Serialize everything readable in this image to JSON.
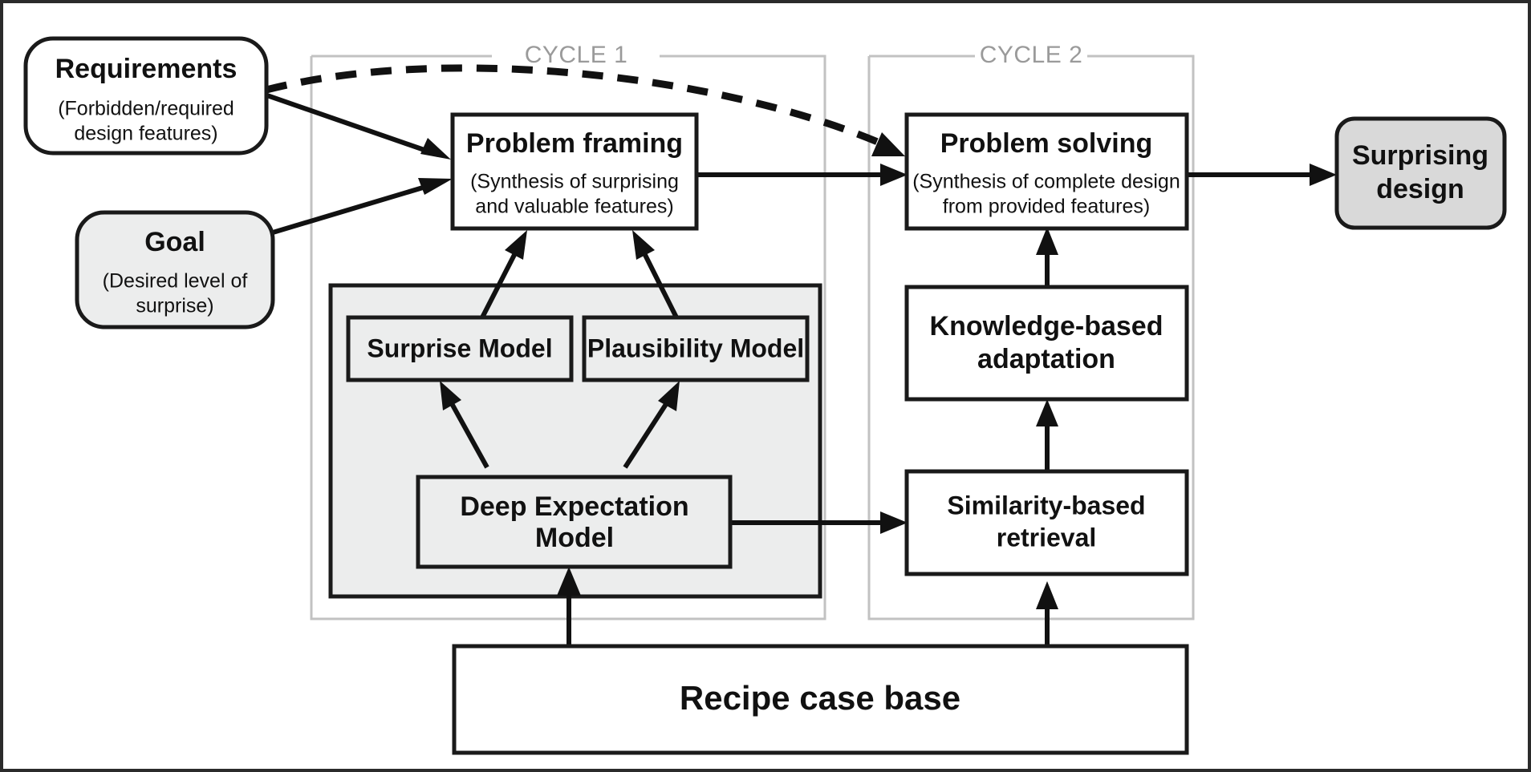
{
  "figure": {
    "type": "flow-diagram",
    "background_color": "#ffffff",
    "line_color": "#111111",
    "panel_fill": "#eceded",
    "cycle_frame_color": "#c2c2c2",
    "cycle_label_color": "#9a9a9a"
  },
  "cycles": [
    {
      "id": "cycle-1",
      "label": "CYCLE 1"
    },
    {
      "id": "cycle-2",
      "label": "CYCLE 2"
    }
  ],
  "inputs": [
    {
      "id": "requirements",
      "title": "Requirements",
      "subtitle_line1": "(Forbidden/required",
      "subtitle_line2": "design features)",
      "shape": "rounded-rect",
      "fill": "#ffffff"
    },
    {
      "id": "goal",
      "title": "Goal",
      "subtitle_line1": "(Desired level of",
      "subtitle_line2": "surprise)",
      "shape": "rounded-rect",
      "fill": "#eceded"
    }
  ],
  "nodes": [
    {
      "id": "problem-framing",
      "title": "Problem framing",
      "subtitle_line1": "(Synthesis of surprising",
      "subtitle_line2": "and valuable features)",
      "cycle": "CYCLE 1",
      "fill": "#ffffff"
    },
    {
      "id": "surprise-model",
      "title": "Surprise Model",
      "cycle": "CYCLE 1",
      "fill": "#eceded"
    },
    {
      "id": "plausibility-model",
      "title": "Plausibility Model",
      "cycle": "CYCLE 1",
      "fill": "#eceded"
    },
    {
      "id": "deep-expectation-model",
      "title_line1": "Deep Expectation",
      "title_line2": "Model",
      "cycle": "CYCLE 1",
      "fill": "#eceded"
    },
    {
      "id": "problem-solving",
      "title": "Problem solving",
      "subtitle_line1": "(Synthesis of complete design",
      "subtitle_line2": "from provided features)",
      "cycle": "CYCLE 2",
      "fill": "#ffffff"
    },
    {
      "id": "knowledge-based-adaptation",
      "title_line1": "Knowledge-based",
      "title_line2": "adaptation",
      "cycle": "CYCLE 2",
      "fill": "#ffffff"
    },
    {
      "id": "similarity-based-retrieval",
      "title_line1": "Similarity-based",
      "title_line2": "retrieval",
      "cycle": "CYCLE 2",
      "fill": "#ffffff"
    },
    {
      "id": "recipe-case-base",
      "title": "Recipe case base",
      "cycle": "shared",
      "fill": "#ffffff"
    }
  ],
  "outputs": [
    {
      "id": "surprising-design",
      "title_line1": "Surprising",
      "title_line2": "design",
      "shape": "rounded-rect",
      "fill": "#d9d9d9"
    }
  ],
  "edges": [
    {
      "id": "requirements-to-problem-framing",
      "from": "requirements",
      "to": "problem-framing",
      "style": "solid"
    },
    {
      "id": "requirements-to-problem-solving",
      "from": "requirements",
      "to": "problem-solving",
      "style": "dashed-curve"
    },
    {
      "id": "goal-to-problem-framing",
      "from": "goal",
      "to": "problem-framing",
      "style": "solid"
    },
    {
      "id": "problem-framing-to-problem-solving",
      "from": "problem-framing",
      "to": "problem-solving",
      "style": "solid"
    },
    {
      "id": "surprise-model-to-problem-framing",
      "from": "surprise-model",
      "to": "problem-framing",
      "style": "solid"
    },
    {
      "id": "plausibility-model-to-problem-framing",
      "from": "plausibility-model",
      "to": "problem-framing",
      "style": "solid"
    },
    {
      "id": "deep-expectation-model-to-surprise-model",
      "from": "deep-expectation-model",
      "to": "surprise-model",
      "style": "solid"
    },
    {
      "id": "deep-expectation-model-to-plausibility-model",
      "from": "deep-expectation-model",
      "to": "plausibility-model",
      "style": "solid"
    },
    {
      "id": "deep-expectation-model-to-similarity-based-retrieval",
      "from": "deep-expectation-model",
      "to": "similarity-based-retrieval",
      "style": "solid"
    },
    {
      "id": "similarity-based-retrieval-to-knowledge-based-adaptation",
      "from": "similarity-based-retrieval",
      "to": "knowledge-based-adaptation",
      "style": "solid"
    },
    {
      "id": "knowledge-based-adaptation-to-problem-solving",
      "from": "knowledge-based-adaptation",
      "to": "problem-solving",
      "style": "solid"
    },
    {
      "id": "recipe-case-base-to-deep-expectation-model",
      "from": "recipe-case-base",
      "to": "deep-expectation-model",
      "style": "solid"
    },
    {
      "id": "recipe-case-base-to-similarity-based-retrieval",
      "from": "recipe-case-base",
      "to": "similarity-based-retrieval",
      "style": "solid"
    },
    {
      "id": "problem-solving-to-surprising-design",
      "from": "problem-solving",
      "to": "surprising-design",
      "style": "solid"
    }
  ]
}
